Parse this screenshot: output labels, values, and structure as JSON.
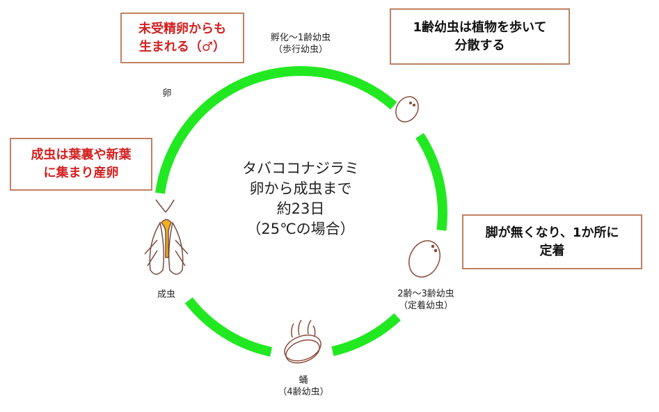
{
  "title_center": [
    "タバココナジラミ",
    "卵から成虫まで",
    "約23日",
    "（25℃の場合）"
  ],
  "boxes": {
    "unfertilized": [
      "未受精卵からも",
      "生まれる（♂）"
    ],
    "first_instar": [
      "1齢幼虫は植物を歩いて",
      "分散する"
    ],
    "adult_lay": [
      "成虫は葉裏や新葉",
      "に集まり産卵"
    ],
    "settle": [
      "脚が無くなり、1か所に",
      "定着"
    ]
  },
  "stages": {
    "egg": "卵",
    "hatch": [
      "孵化～1齢幼虫",
      "（歩行幼虫）"
    ],
    "settled": [
      "2齢～3齢幼虫",
      "（定着幼虫）"
    ],
    "pupa": [
      "蛹",
      "（4齢幼虫）"
    ],
    "adult": "成虫"
  },
  "colors": {
    "ring": "#22e822",
    "box_border": "#c08060",
    "note_red": "#d42020"
  }
}
